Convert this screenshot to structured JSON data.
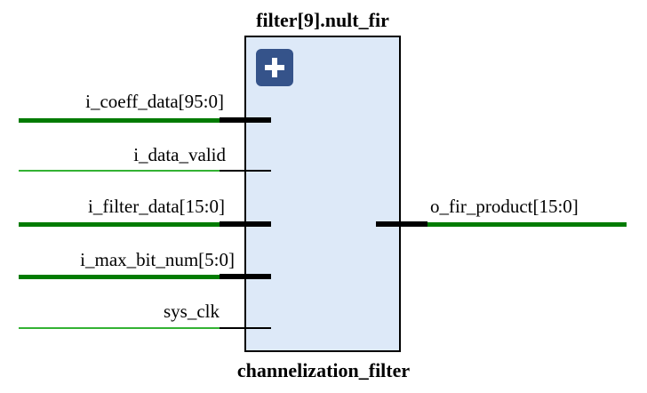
{
  "instance_name": "filter[9].nult_fir",
  "module_name": "channelization_filter",
  "inputs": [
    {
      "name": "i_coeff_data[95:0]",
      "bus": true
    },
    {
      "name": "i_data_valid",
      "bus": false
    },
    {
      "name": "i_filter_data[15:0]",
      "bus": true
    },
    {
      "name": "i_max_bit_num[5:0]",
      "bus": true
    },
    {
      "name": "sys_clk",
      "bus": false
    }
  ],
  "outputs": [
    {
      "name": "o_fir_product[15:0]",
      "bus": true
    }
  ],
  "icons": {
    "expand": "plus-icon"
  },
  "colors": {
    "block_fill": "#dde9f8",
    "bus_wire": "#017b01",
    "single_wire": "#33b233",
    "button_fill": "#35538a"
  }
}
